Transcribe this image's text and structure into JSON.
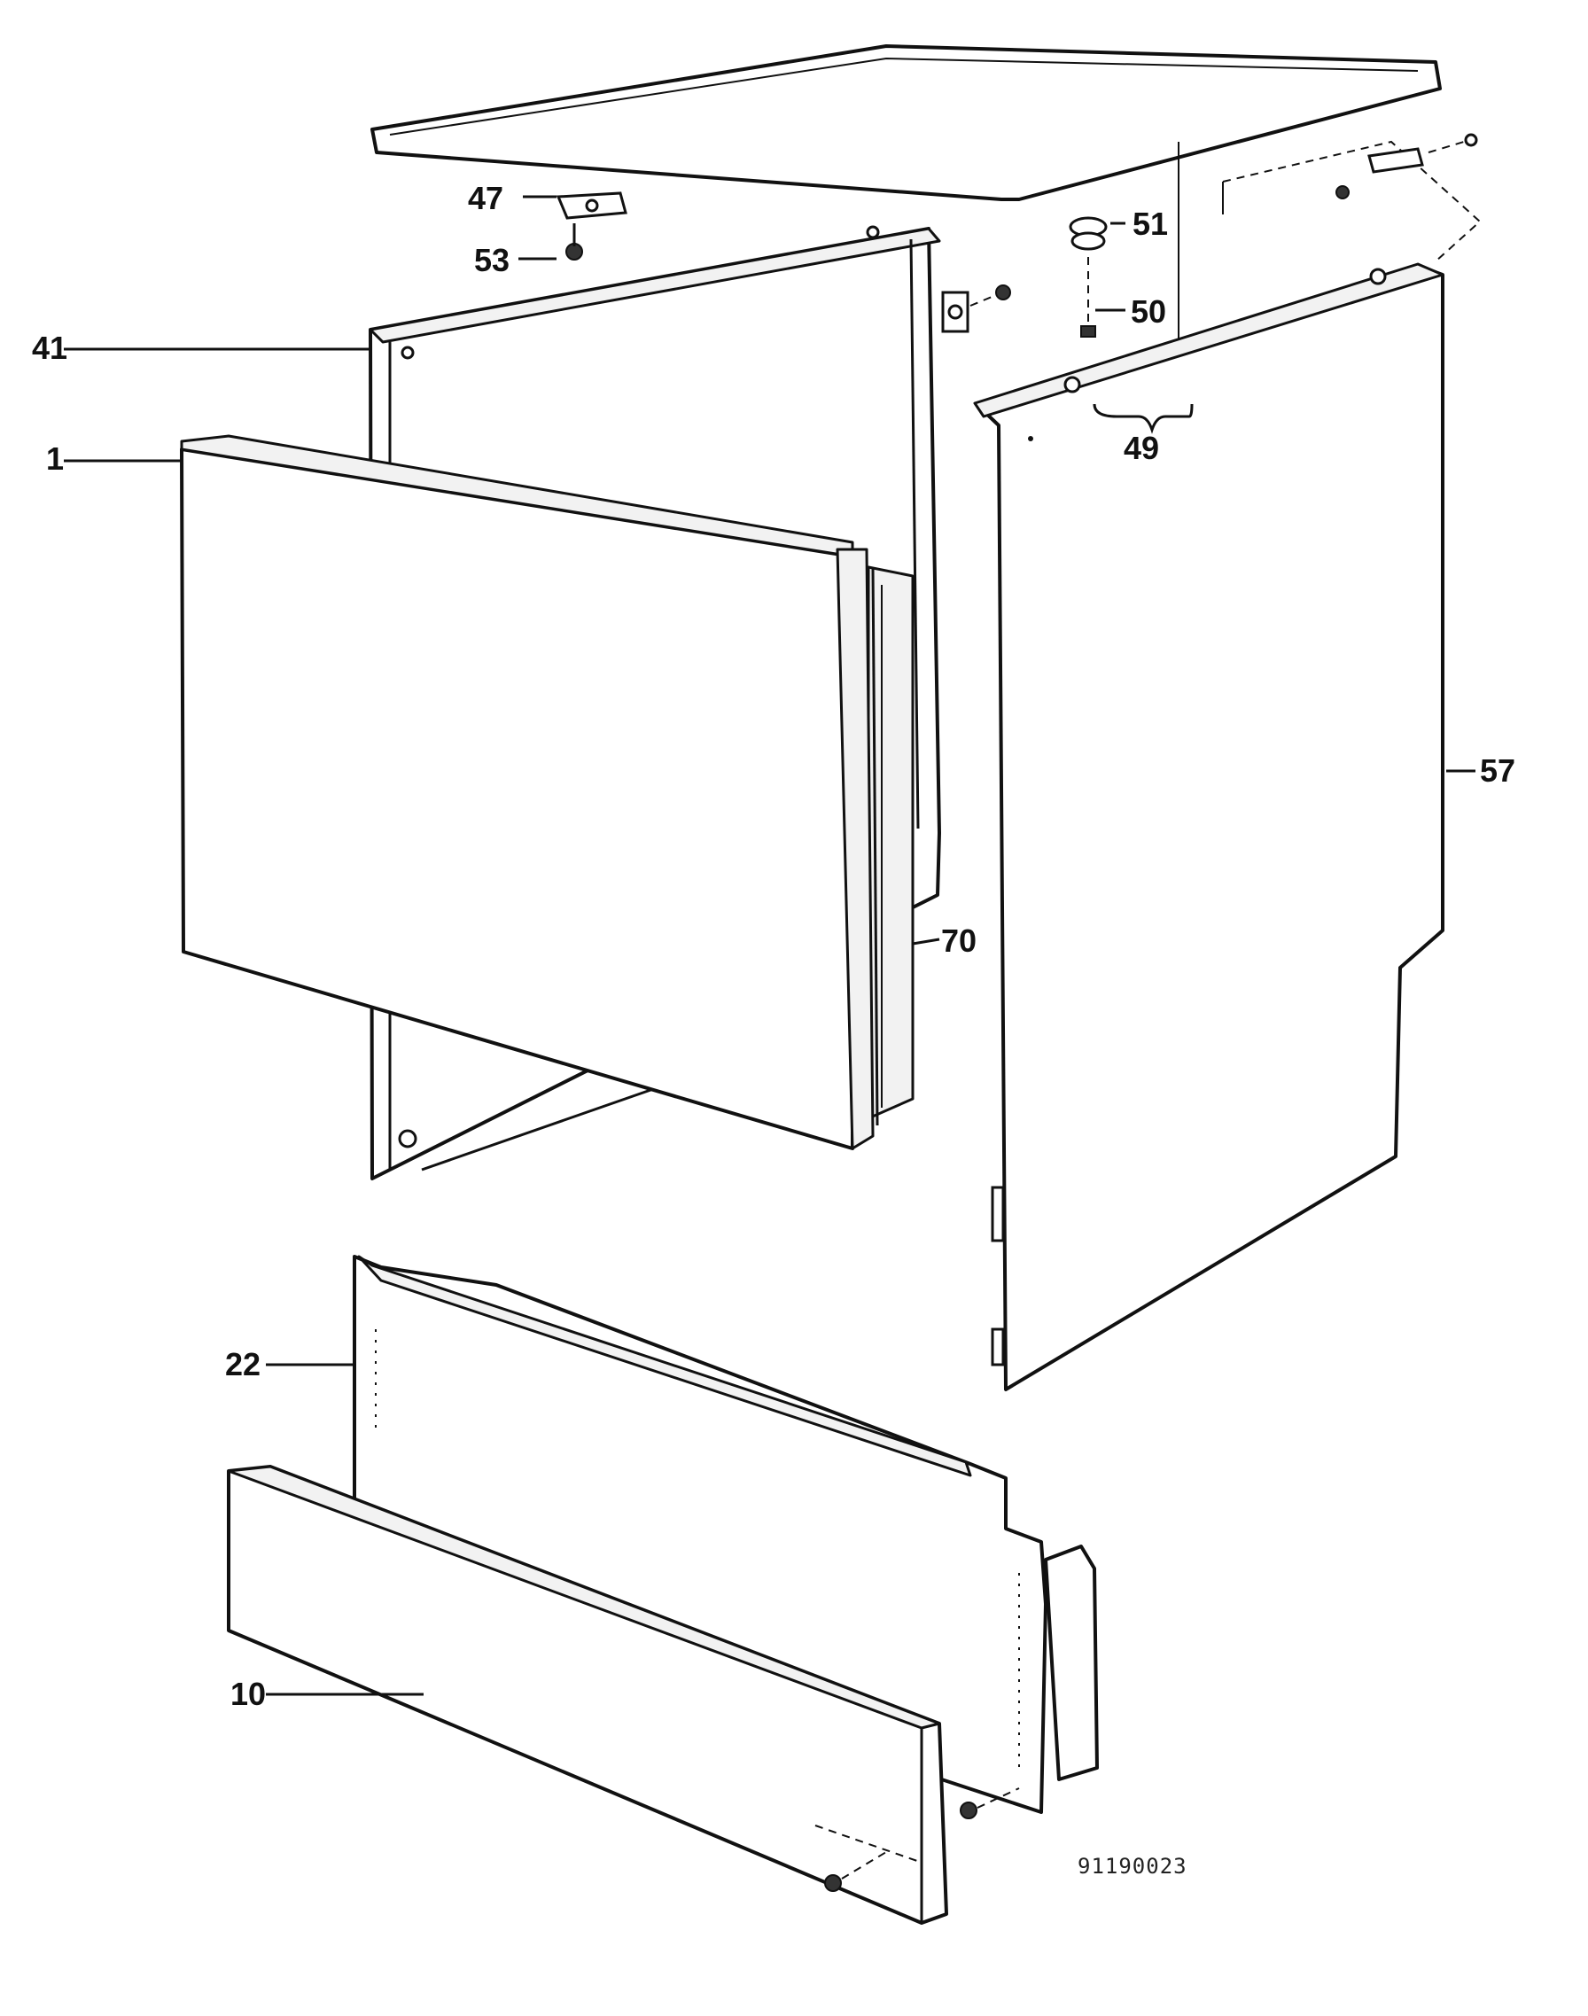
{
  "diagram": {
    "drawing_code": "91190023",
    "callouts": {
      "p1": "1",
      "p10": "10",
      "p22": "22",
      "p41": "41",
      "p47": "47",
      "p49": "49",
      "p50": "50",
      "p51": "51",
      "p53": "53",
      "p57": "57",
      "p70": "70"
    }
  }
}
